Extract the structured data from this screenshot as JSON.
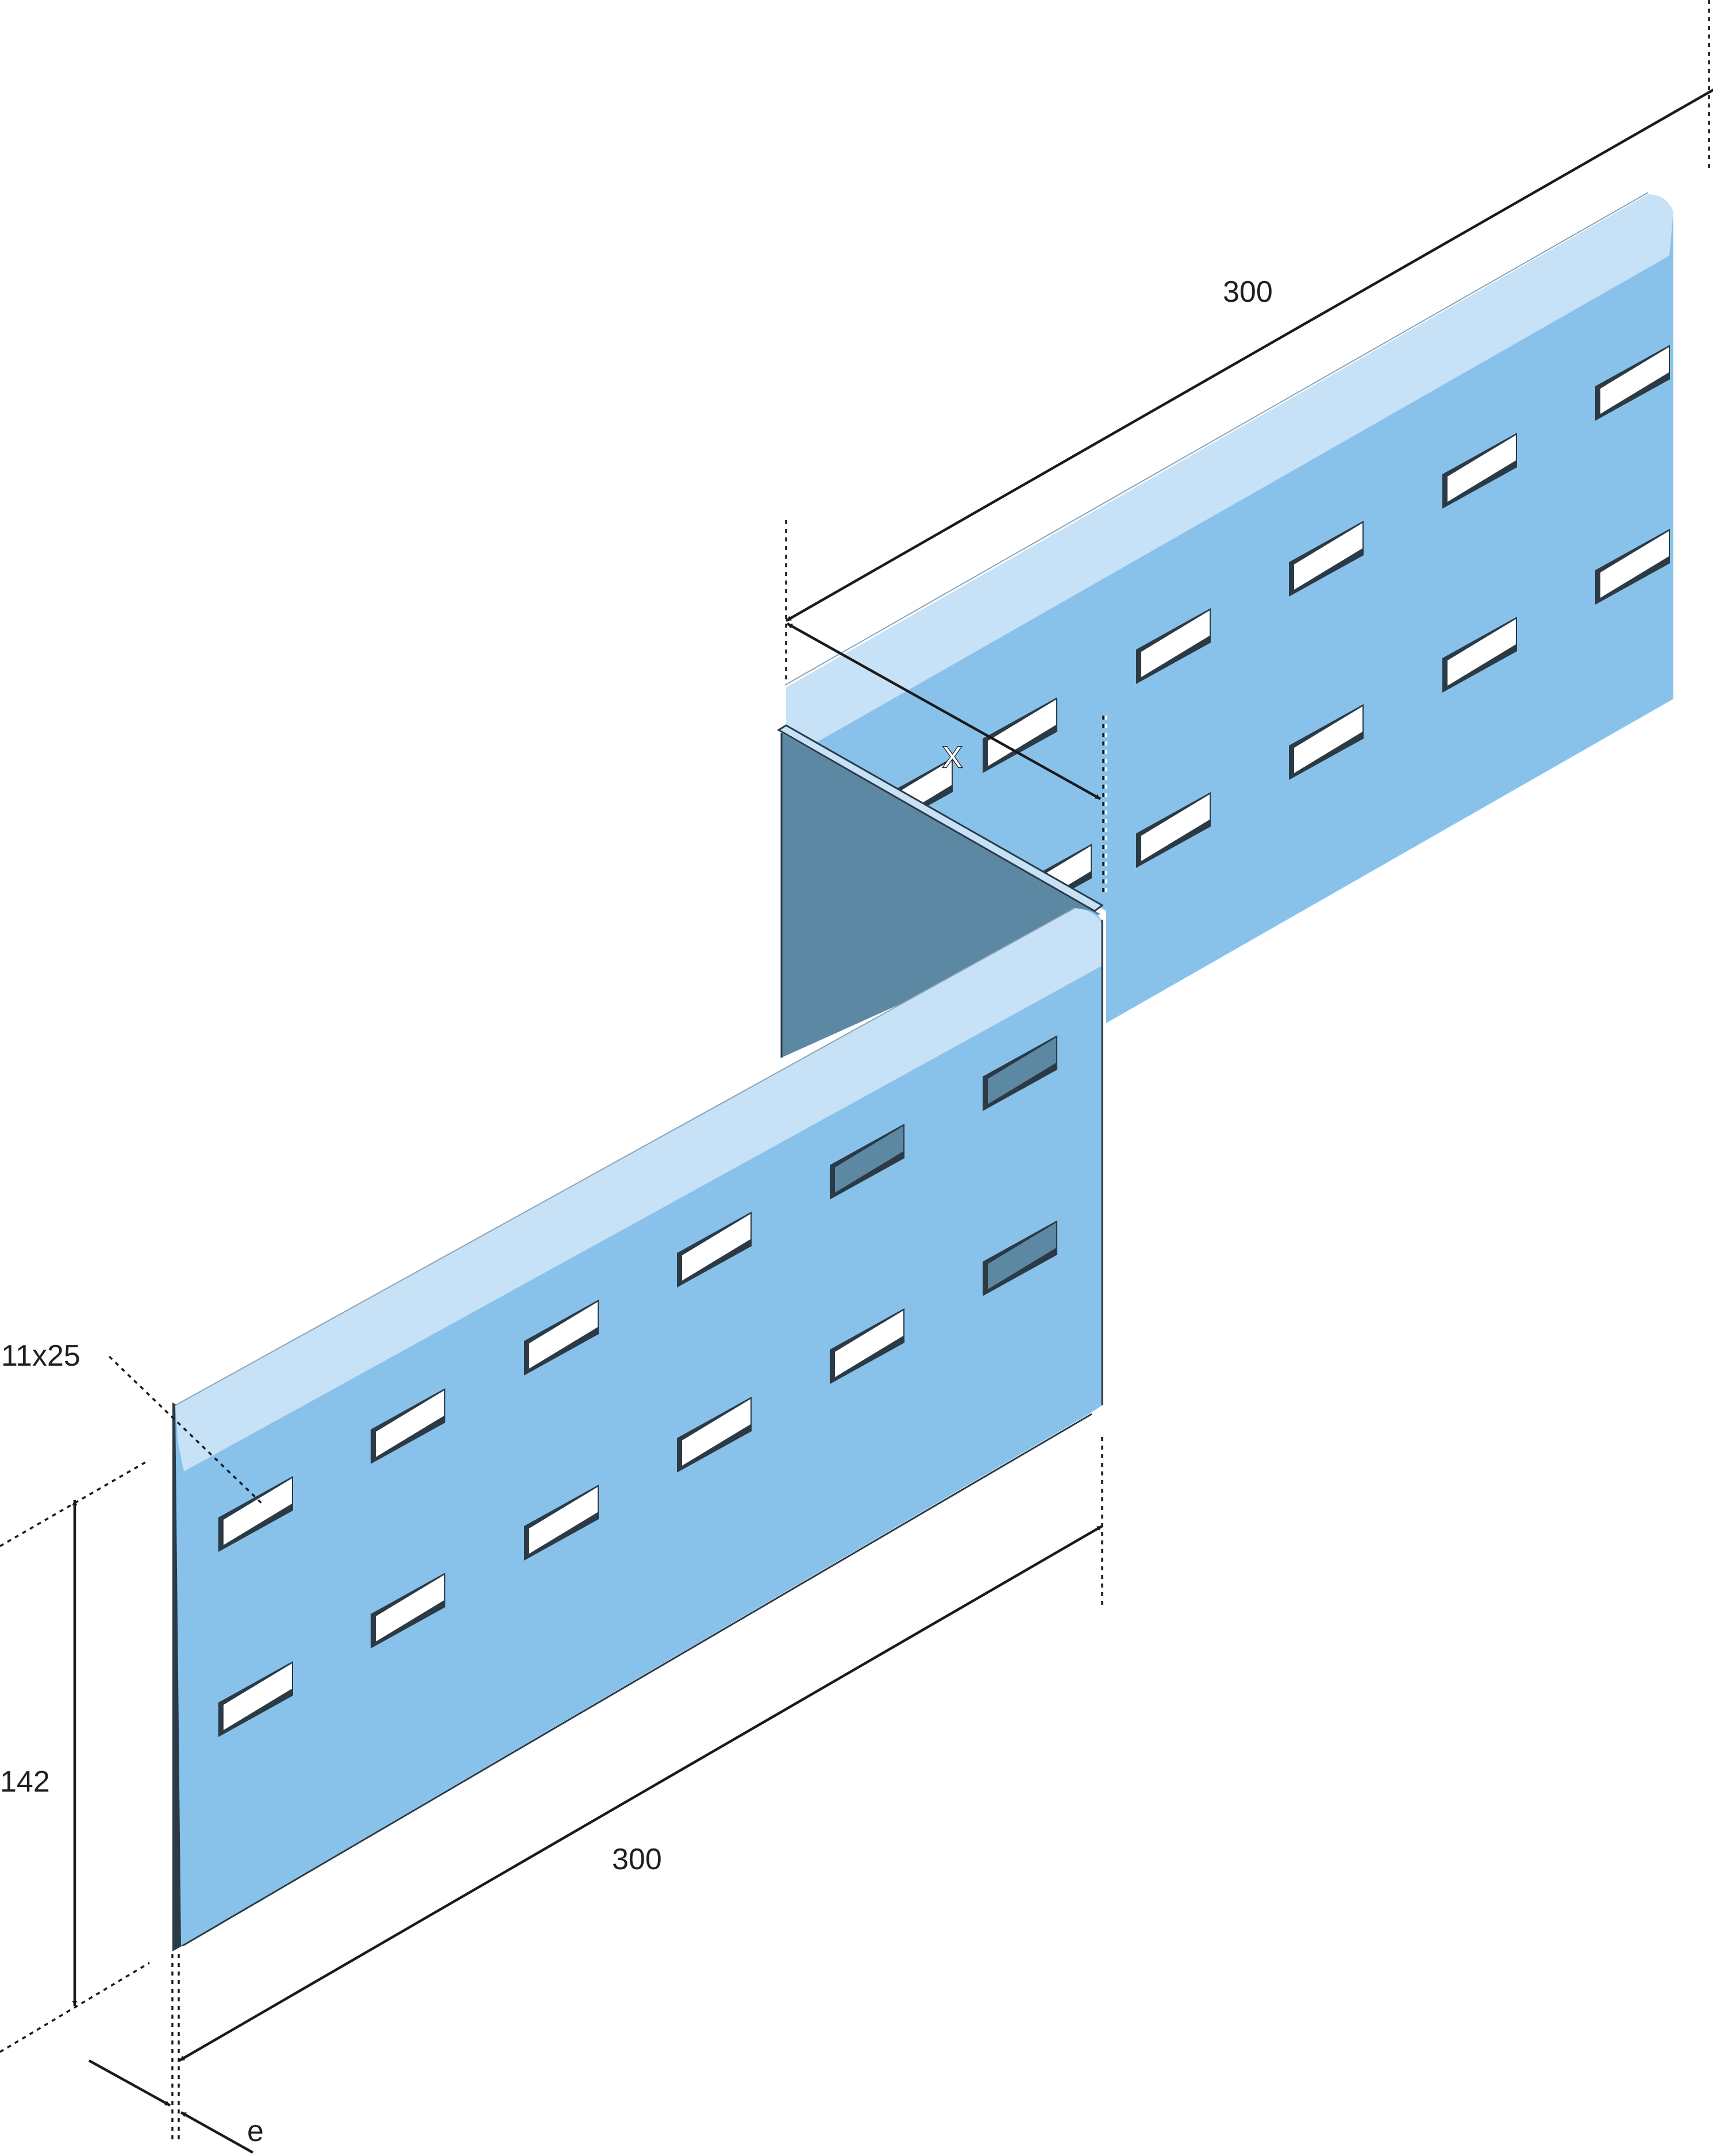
{
  "dimensions": {
    "top_length": "300",
    "bottom_length": "300",
    "offset": "X",
    "height": "142",
    "slot_size": "11x25",
    "thickness": "e"
  },
  "colors": {
    "plate_face": "#88c2eb",
    "plate_bevel": "#c7e2f7",
    "plate_edge": "#2b3a44",
    "inner_face": "#5d88a4",
    "line": "#1a1a1a"
  }
}
